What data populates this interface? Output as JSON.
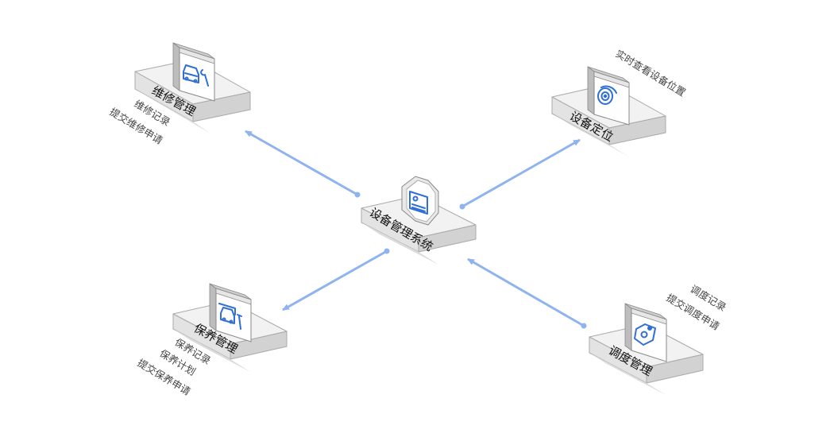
{
  "diagram": {
    "center": {
      "title": "设备管理系统",
      "icon": "id-card-shield-icon"
    },
    "modules": [
      {
        "key": "repair",
        "title": "维修管理",
        "icon": "car-repair-icon",
        "items": [
          "维修记录",
          "提交维修申请"
        ]
      },
      {
        "key": "location",
        "title": "设备定位",
        "icon": "location-target-icon",
        "items": [
          "实时查看设备位置"
        ]
      },
      {
        "key": "maintenance",
        "title": "保养管理",
        "icon": "car-maintenance-icon",
        "items": [
          "保养记录",
          "保养计划",
          "提交保养申请"
        ]
      },
      {
        "key": "dispatch",
        "title": "调度管理",
        "icon": "dispatch-tag-icon",
        "items": [
          "调度记录",
          "提交调度申请"
        ]
      }
    ],
    "colors": {
      "arrow": "#8fb3ef",
      "icon": "#2f6fd6",
      "box_top": "#f2f2f2",
      "box_left": "#e3e3e3",
      "box_right": "#d2d2d2",
      "outline": "#a9a9a9"
    }
  }
}
